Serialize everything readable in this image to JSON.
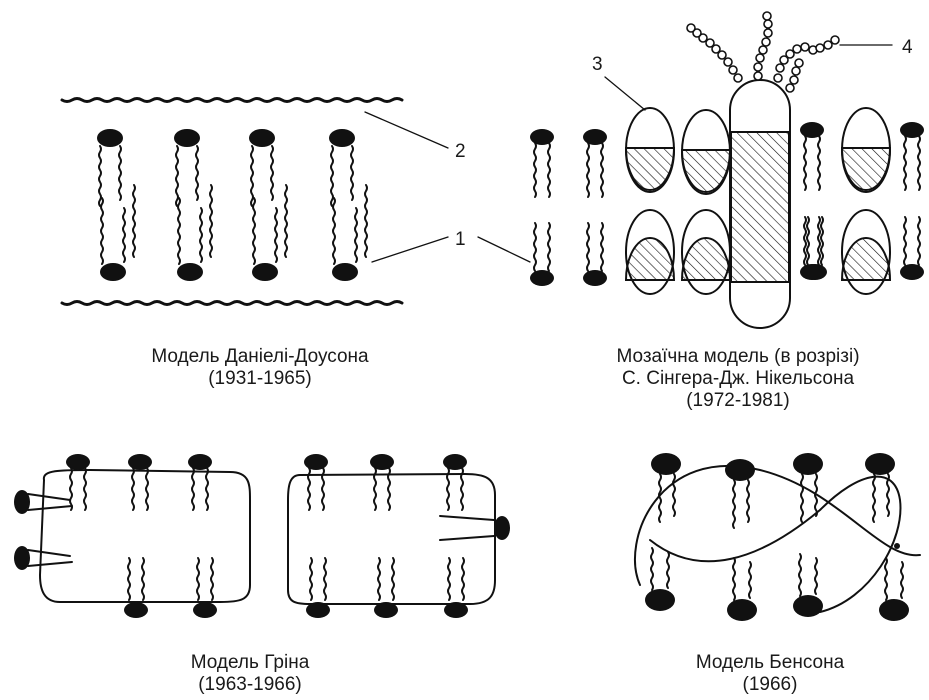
{
  "figure": {
    "dawson": {
      "title": "Модель Даніелі-Доусона",
      "years": "(1931-1965)"
    },
    "mosaic": {
      "title": "Мозаїчна модель (в розрізі)",
      "authors": "С. Сінгера-Дж. Нікельсона",
      "years": "(1972-1981)"
    },
    "green": {
      "title": "Модель Гріна",
      "years": "(1963-1966)"
    },
    "benson": {
      "title": "Модель Бенсона",
      "years": "(1966)"
    },
    "labels": {
      "one": "1",
      "two": "2",
      "three": "3",
      "four": "4"
    }
  }
}
